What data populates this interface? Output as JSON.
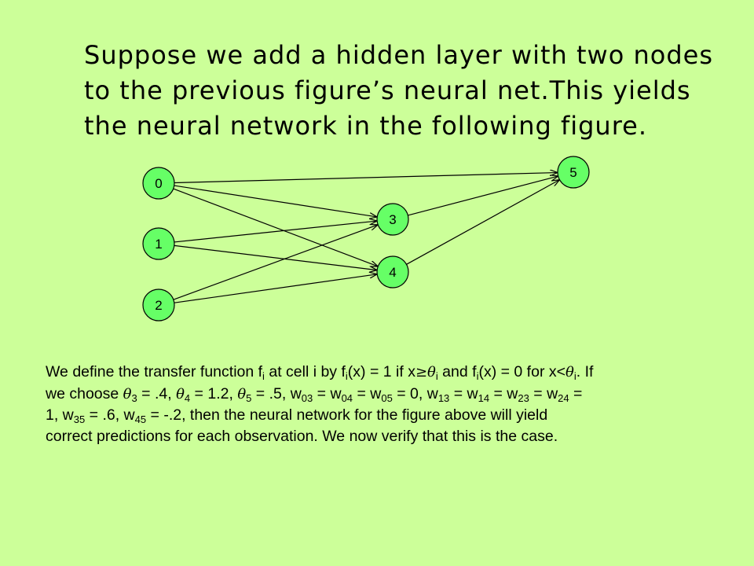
{
  "title": {
    "lines": [
      "Suppose we add a hidden layer with two nodes",
      "to the previous figure’s neural net.This yields",
      "the neural network in the following figure."
    ]
  },
  "network": {
    "nodes": [
      {
        "id": "0"
      },
      {
        "id": "1"
      },
      {
        "id": "2"
      },
      {
        "id": "3"
      },
      {
        "id": "4"
      },
      {
        "id": "5"
      }
    ],
    "edges": [
      [
        "0",
        "5"
      ],
      [
        "0",
        "3"
      ],
      [
        "0",
        "4"
      ],
      [
        "1",
        "3"
      ],
      [
        "1",
        "4"
      ],
      [
        "2",
        "3"
      ],
      [
        "2",
        "4"
      ],
      [
        "3",
        "5"
      ],
      [
        "4",
        "5"
      ]
    ],
    "node_color": "#66ff66",
    "background": "#ccff99"
  },
  "body": {
    "t01": "We define the transfer function f",
    "s01": "i",
    "t02": " at cell i by f",
    "s02": "i",
    "t03": "(x) = 1 if x",
    "g01": "≥θ",
    "s03": "i",
    "t04": " and f",
    "s04": "i",
    "t05": "(x) = 0 for x<",
    "g02": "θ",
    "s05": "i",
    "t06": ". If",
    "t07": "we choose ",
    "g03": "θ",
    "s06": "3",
    "t08": " = .4, ",
    "g04": "θ",
    "s07": "4",
    "t09": " = 1.2, ",
    "g05": "θ",
    "s08": "5",
    "t10": " = .5, w",
    "s09": "03",
    "t11": " = w",
    "s10": "04",
    "t12": " = w",
    "s11": "05",
    "t13": " = 0, w",
    "s12": "13",
    "t14": " = w",
    "s13": "14",
    "t15": " = w",
    "s14": "23",
    "t16": " = w",
    "s15": "24",
    "t17": " =",
    "t18": "1, w",
    "s16": "35",
    "t19": " = .6, w",
    "s17": "45",
    "t20": " = -.2, then the neural network for the figure above will yield",
    "t21": "correct predictions for each observation. We now verify that this is the case."
  }
}
